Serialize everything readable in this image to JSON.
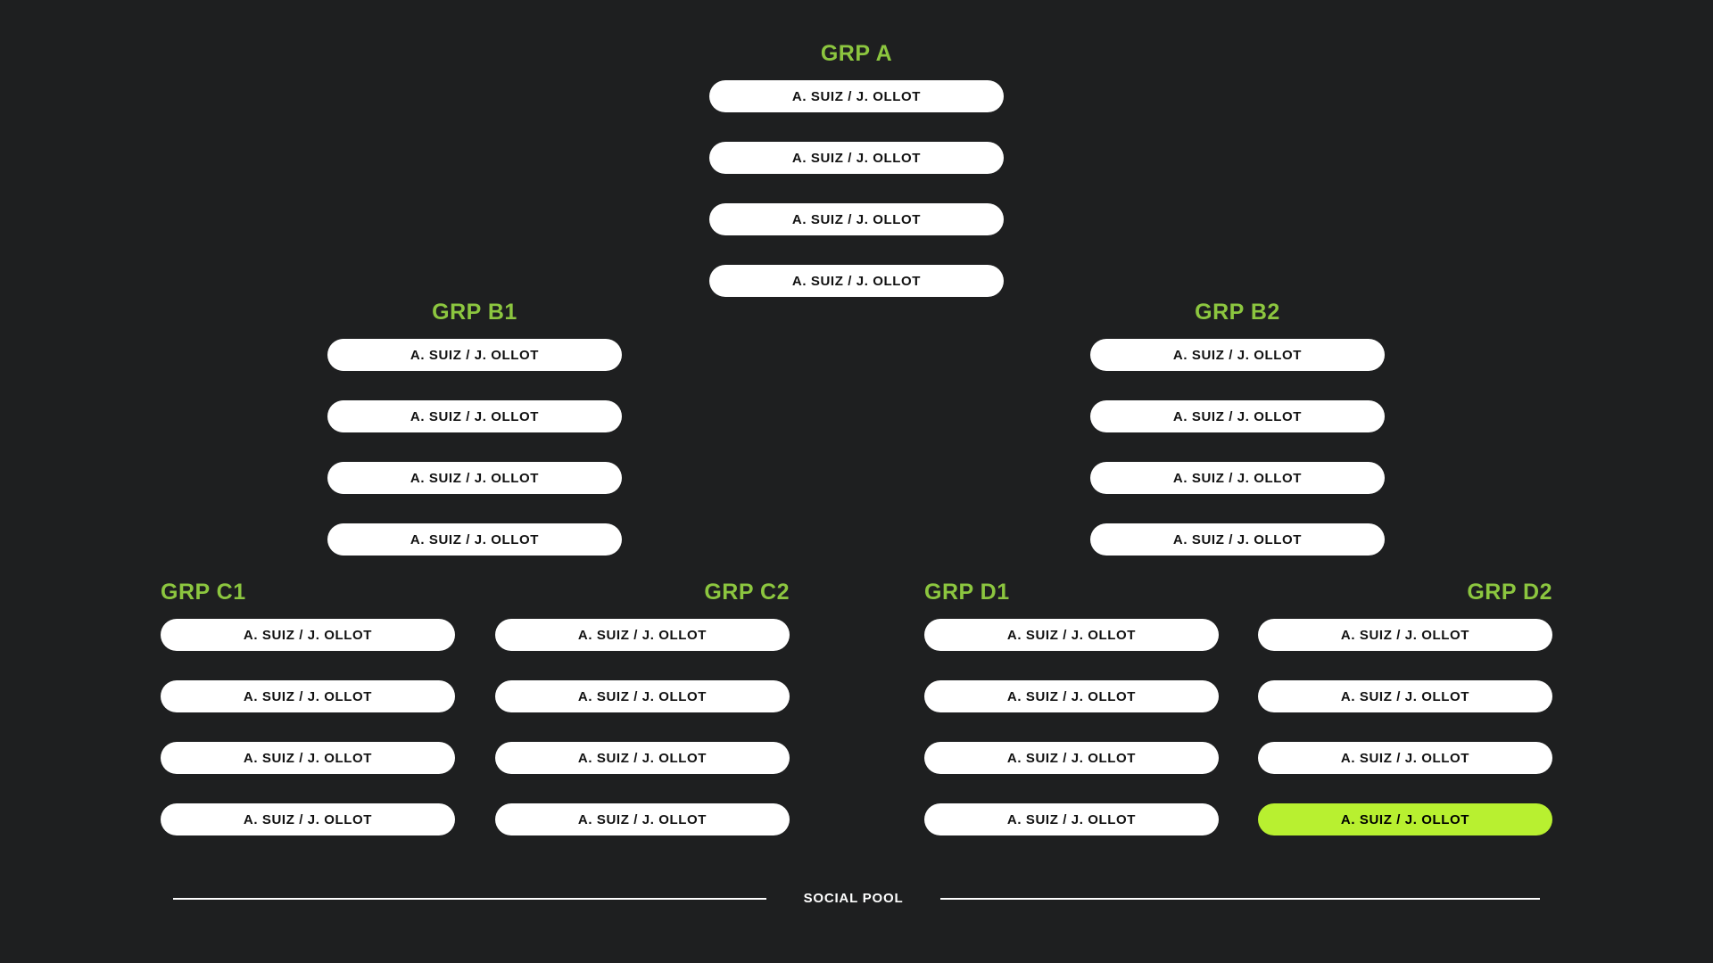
{
  "theme": {
    "background": "#1e1f20",
    "group_title_color": "#8cc63f",
    "pill_background": "#ffffff",
    "pill_text_color": "#111111",
    "highlight_background": "#b8f030",
    "highlight_text_color": "#000000",
    "footer_color": "#ffffff"
  },
  "groups": {
    "a": {
      "title": "GRP A",
      "entries": [
        {
          "label": "A. SUIZ / J. OLLOT",
          "highlighted": false
        },
        {
          "label": "A. SUIZ / J. OLLOT",
          "highlighted": false
        },
        {
          "label": "A. SUIZ / J. OLLOT",
          "highlighted": false
        },
        {
          "label": "A. SUIZ / J. OLLOT",
          "highlighted": false
        }
      ]
    },
    "b1": {
      "title": "GRP B1",
      "entries": [
        {
          "label": "A. SUIZ / J. OLLOT",
          "highlighted": false
        },
        {
          "label": "A. SUIZ / J. OLLOT",
          "highlighted": false
        },
        {
          "label": "A. SUIZ / J. OLLOT",
          "highlighted": false
        },
        {
          "label": "A. SUIZ / J. OLLOT",
          "highlighted": false
        }
      ]
    },
    "b2": {
      "title": "GRP B2",
      "entries": [
        {
          "label": "A. SUIZ / J. OLLOT",
          "highlighted": false
        },
        {
          "label": "A. SUIZ / J. OLLOT",
          "highlighted": false
        },
        {
          "label": "A. SUIZ / J. OLLOT",
          "highlighted": false
        },
        {
          "label": "A. SUIZ / J. OLLOT",
          "highlighted": false
        }
      ]
    },
    "c1": {
      "title": "GRP C1",
      "entries": [
        {
          "label": "A. SUIZ / J. OLLOT",
          "highlighted": false
        },
        {
          "label": "A. SUIZ / J. OLLOT",
          "highlighted": false
        },
        {
          "label": "A. SUIZ / J. OLLOT",
          "highlighted": false
        },
        {
          "label": "A. SUIZ / J. OLLOT",
          "highlighted": false
        }
      ]
    },
    "c2": {
      "title": "GRP C2",
      "entries": [
        {
          "label": "A. SUIZ / J. OLLOT",
          "highlighted": false
        },
        {
          "label": "A. SUIZ / J. OLLOT",
          "highlighted": false
        },
        {
          "label": "A. SUIZ / J. OLLOT",
          "highlighted": false
        },
        {
          "label": "A. SUIZ / J. OLLOT",
          "highlighted": false
        }
      ]
    },
    "d1": {
      "title": "GRP D1",
      "entries": [
        {
          "label": "A. SUIZ / J. OLLOT",
          "highlighted": false
        },
        {
          "label": "A. SUIZ / J. OLLOT",
          "highlighted": false
        },
        {
          "label": "A. SUIZ / J. OLLOT",
          "highlighted": false
        },
        {
          "label": "A. SUIZ / J. OLLOT",
          "highlighted": false
        }
      ]
    },
    "d2": {
      "title": "GRP D2",
      "entries": [
        {
          "label": "A. SUIZ / J. OLLOT",
          "highlighted": false
        },
        {
          "label": "A. SUIZ / J. OLLOT",
          "highlighted": false
        },
        {
          "label": "A. SUIZ / J. OLLOT",
          "highlighted": false
        },
        {
          "label": "A. SUIZ / J. OLLOT",
          "highlighted": true
        }
      ]
    }
  },
  "footer": {
    "label": "SOCIAL POOL"
  }
}
